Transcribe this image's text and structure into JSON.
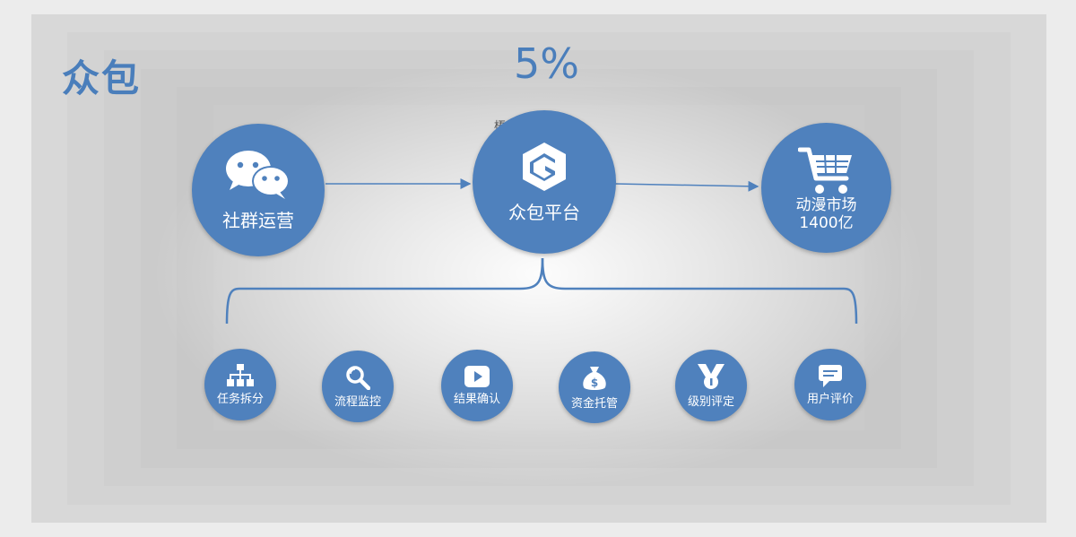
{
  "title": "众包",
  "share": "5%",
  "watermark": "梧桐树下整理",
  "nodes": {
    "community": {
      "label": "社群运营",
      "icon": "wechat-icon"
    },
    "platform": {
      "label": "众包平台",
      "icon": "g-logo-icon"
    },
    "market": {
      "label_line1": "动漫市场",
      "label_line2": "1400亿",
      "icon": "shopping-cart-icon"
    }
  },
  "features": [
    {
      "label": "任务拆分",
      "icon": "org-chart-icon"
    },
    {
      "label": "流程监控",
      "icon": "magnifier-icon"
    },
    {
      "label": "结果确认",
      "icon": "play-icon"
    },
    {
      "label": "资金托管",
      "icon": "money-bag-icon"
    },
    {
      "label": "级别评定",
      "icon": "medal-icon"
    },
    {
      "label": "用户评价",
      "icon": "chat-icon"
    }
  ],
  "colors": {
    "accent": "#4f81bd",
    "title": "#4a7ebb",
    "background": "#d8d8d8"
  }
}
